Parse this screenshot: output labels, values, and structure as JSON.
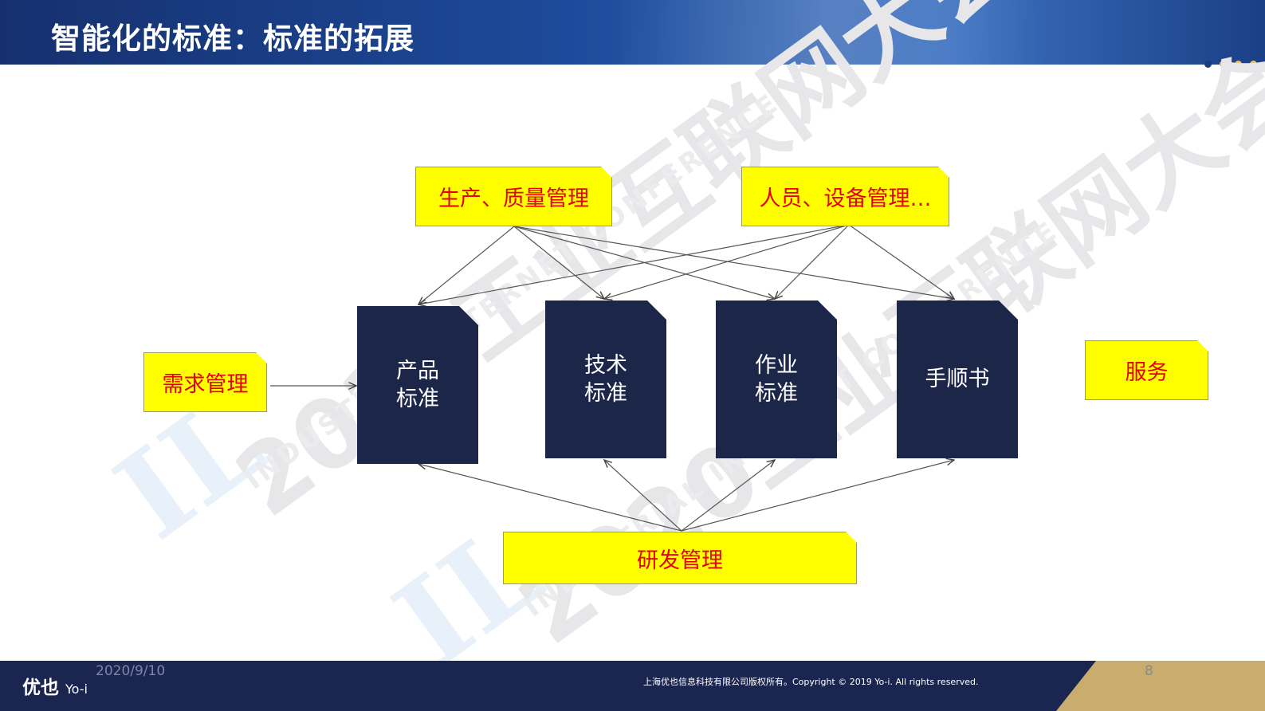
{
  "header": {
    "title": "智能化的标准：标准的拓展"
  },
  "watermark": {
    "year": "2020",
    "event": "工业互联网大会",
    "english": "INDUSTRIAL INTERNET CONFERENCE",
    "logo": "IL"
  },
  "diagram": {
    "top_boxes": [
      "生产、质量管理",
      "人员、设备管理…"
    ],
    "left_box": "需求管理",
    "right_box": "服务",
    "bottom_box": "研发管理",
    "standards": [
      {
        "line1": "产品",
        "line2": "标准"
      },
      {
        "line1": "技术",
        "line2": "标准"
      },
      {
        "line1": "作业",
        "line2": "标准"
      },
      {
        "line1": "手顺书",
        "line2": ""
      }
    ]
  },
  "footer": {
    "logo_main": "优也",
    "logo_sub": "Yo-i",
    "date": "2020/9/10",
    "copyright": "上海优也信息科技有限公司版权所有。Copyright © 2019 Yo-i. All rights reserved.",
    "page_number": "8"
  },
  "colors": {
    "header_blue": "#1d4a9a",
    "box_yellow": "#ffff00",
    "label_red": "#e60000",
    "doc_navy": "#1c2649",
    "footer_navy": "#1b2650",
    "footer_gold": "#c9ad6e"
  }
}
